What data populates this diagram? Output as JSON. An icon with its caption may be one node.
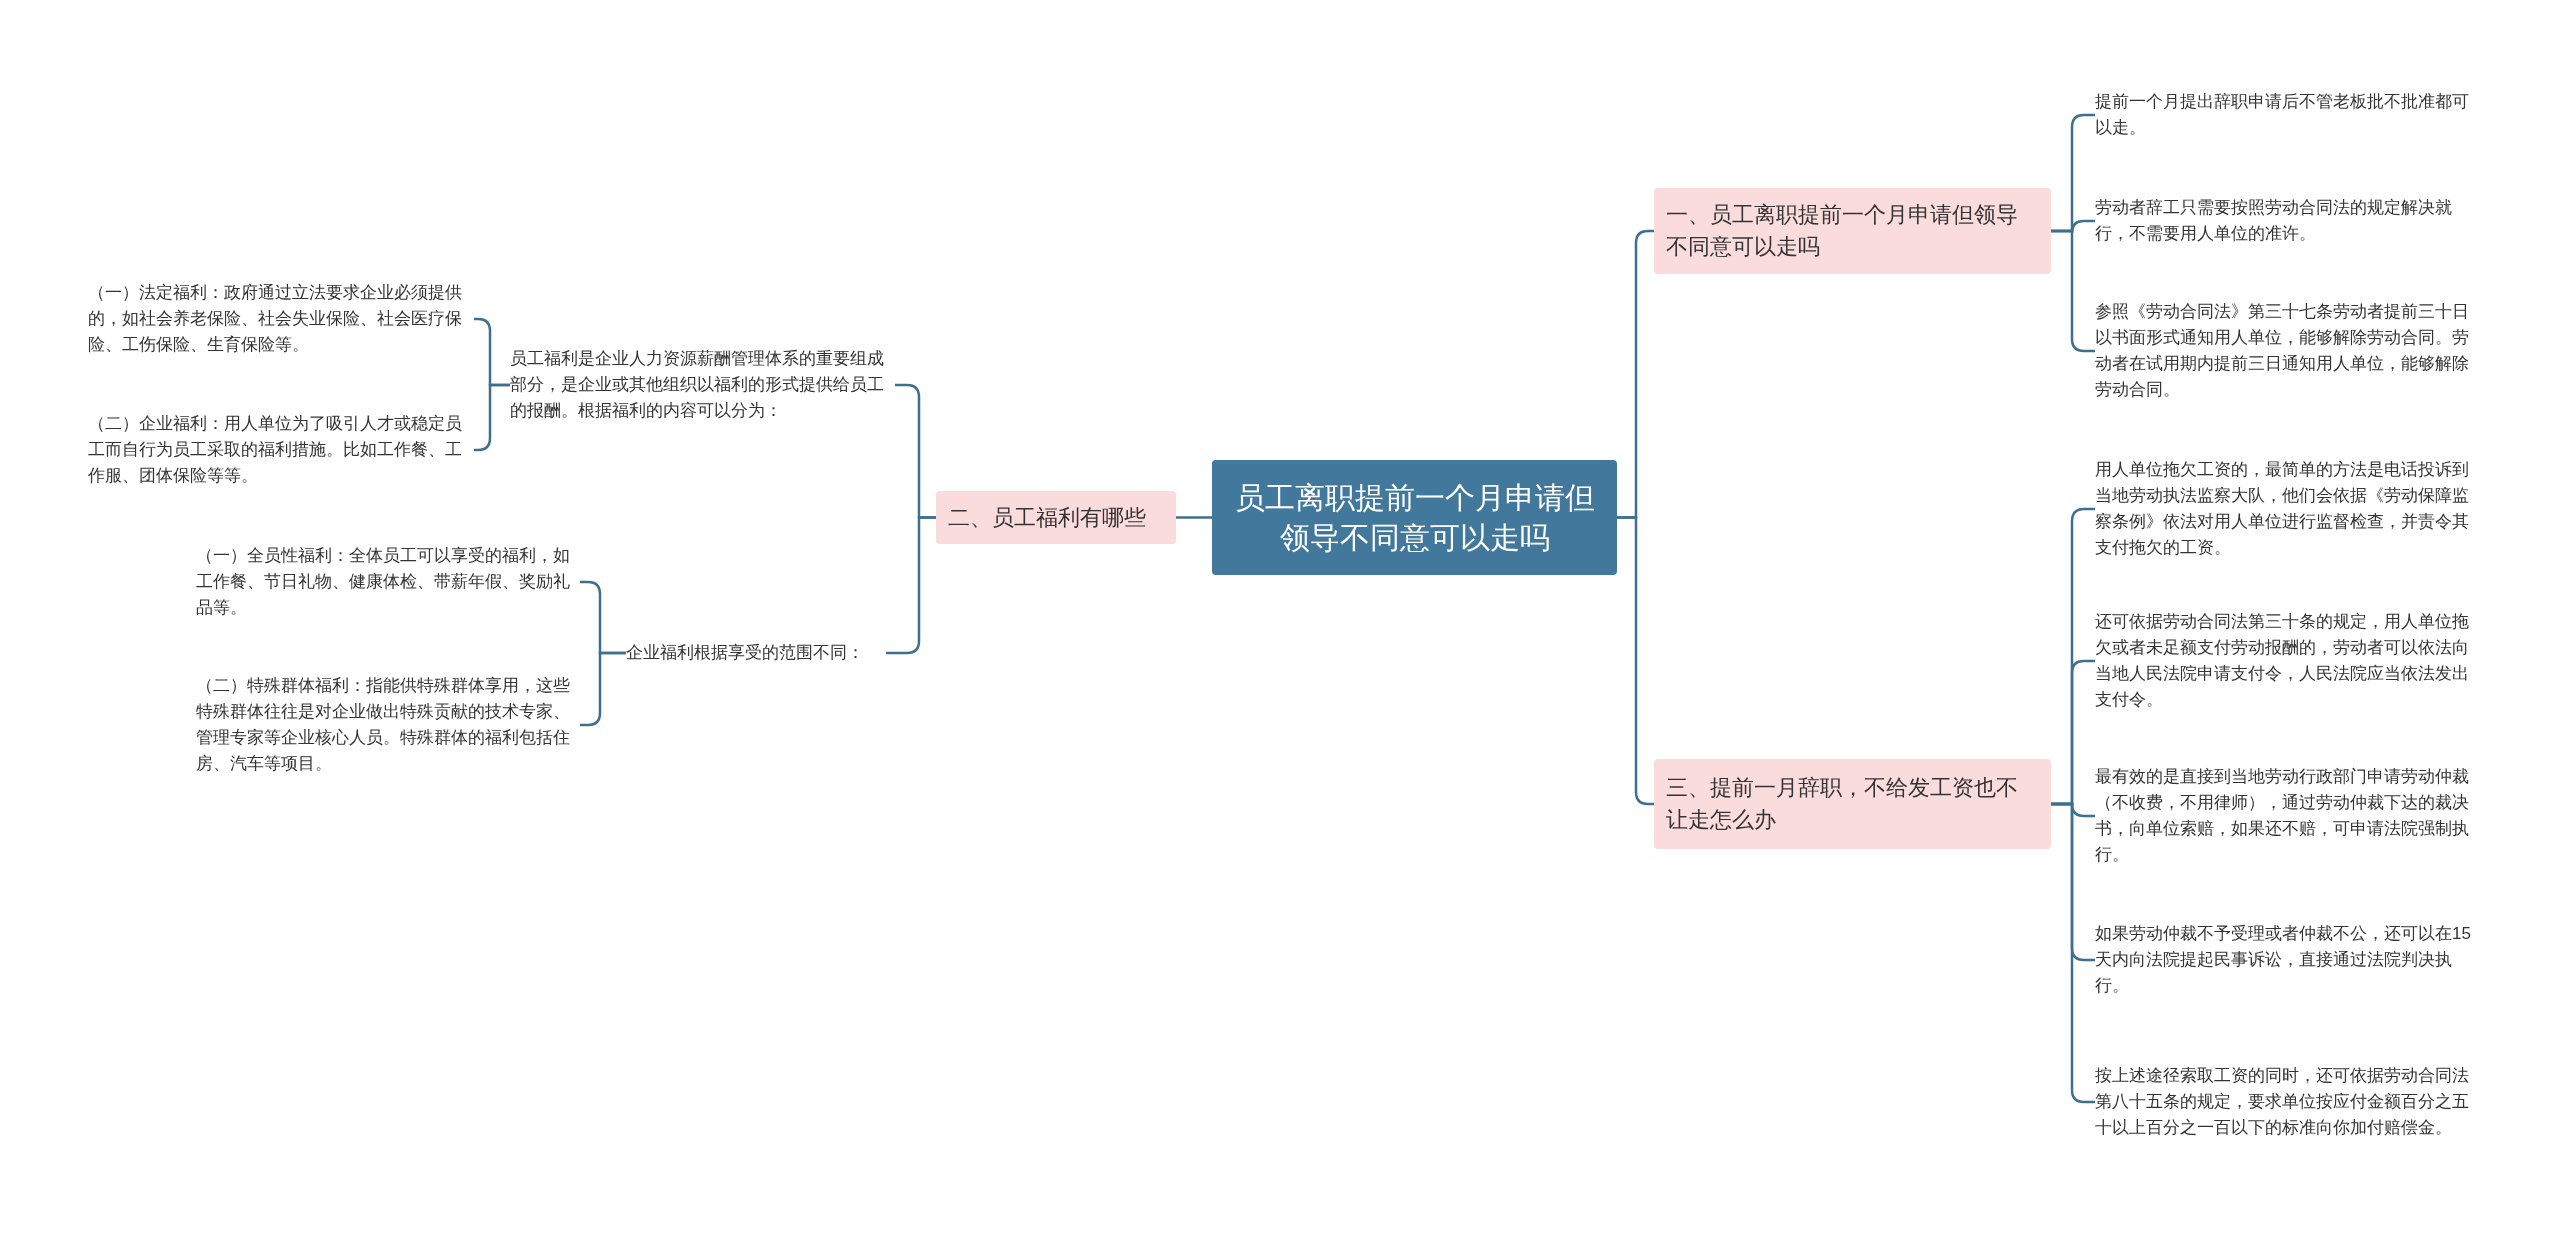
{
  "diagram": {
    "nodes": [
      {
        "text": [
          "员工离职提前一个月申请但领导不同意可以走吗"
        ]
      },
      {
        "text": [
          "一、员工离职提前一个月申请但领导不同意可以走吗"
        ]
      },
      {
        "text": [
          "提前一个月提出辞职申请后不管老板批不批准都可以走。"
        ]
      },
      {
        "text": [
          "劳动者辞工只需要按照劳动合同法的规定解决就行，不需要用人单位的准许。"
        ]
      },
      {
        "text": [
          "参照《劳动合同法》第三十七条劳动者提前三十日以书面形式通知用人单位，能够解除劳动合同。劳动者在试用期内提前三日通知用人单位，能够解除劳动合同。"
        ]
      },
      {
        "text": [
          "二、员工福利有哪些"
        ]
      },
      {
        "text": [
          "员工福利是企业人力资源薪酬管理体系的重要组成部分，是企业或其他组织以福利的形式提供给员工的报酬。根据福利的内容可以分为："
        ]
      },
      {
        "text": [
          "（一）法定福利：政府通过立法要求企业必须提供的，如社会养老保险、社会失业保险、社会医疗保险、工伤保险、生育保险等。"
        ]
      },
      {
        "text": [
          "（二）企业福利：用人单位为了吸引人才或稳定员工而自行为员工采取的福利措施。比如工作餐、工作服、团体保险等等。"
        ]
      },
      {
        "text": [
          "企业福利根据享受的范围不同："
        ]
      },
      {
        "text": [
          "（一）全员性福利：全体员工可以享受的福利，如工作餐、节日礼物、健康体检、带薪年假、奖励礼品等。"
        ]
      },
      {
        "text": [
          "（二）特殊群体福利：指能供特殊群体享用，这些特殊群体往往是对企业做出特殊贡献的技术专家、管理专家等企业核心人员。特殊群体的福利包括住房、汽车等项目。"
        ]
      },
      {
        "text": [
          "三、提前一月辞职，不给发工资也不让走怎么办"
        ]
      },
      {
        "text": [
          "用人单位拖欠工资的，最简单的方法是电话投诉到当地劳动执法监察大队，他们会依据《劳动保障监察条例》依法对用人单位进行监督检查，并责令其支付拖欠的工资。"
        ]
      },
      {
        "text": [
          "还可依据劳动合同法第三十条的规定，用人单位拖欠或者未足额支付劳动报酬的，劳动者可以依法向当地人民法院申请支付令，人民法院应当依法发出支付令。"
        ]
      },
      {
        "text": [
          "最有效的是直接到当地劳动行政部门申请劳动仲裁（不收费，不用律师），通过劳动仲裁下达的裁决书，向单位索赔，如果还不赔，可申请法院强制执行。"
        ]
      },
      {
        "text": [
          "如果劳动仲裁不予受理或者仲裁不公，还可以在15天内向法院提起民事诉讼，直接通过法院判决执行。"
        ]
      },
      {
        "text": [
          "按上述途径索取工资的同时，还可依据劳动合同法第八十五条的规定，要求单位按应付金额百分之五十以上百分之一百以下的标准向你加付赔偿金。"
        ]
      }
    ],
    "edges": [
      {
        "from": 0,
        "to": 1,
        "arrow": "none"
      },
      {
        "from": 1,
        "to": 2,
        "arrow": "none"
      },
      {
        "from": 1,
        "to": 3,
        "arrow": "none"
      },
      {
        "from": 1,
        "to": 4,
        "arrow": "none"
      },
      {
        "from": 0,
        "to": 5,
        "arrow": "none"
      },
      {
        "from": 5,
        "to": 6,
        "arrow": "none"
      },
      {
        "from": 6,
        "to": 7,
        "arrow": "none"
      },
      {
        "from": 6,
        "to": 8,
        "arrow": "none"
      },
      {
        "from": 5,
        "to": 9,
        "arrow": "none"
      },
      {
        "from": 9,
        "to": 10,
        "arrow": "none"
      },
      {
        "from": 9,
        "to": 11,
        "arrow": "none"
      },
      {
        "from": 0,
        "to": 12,
        "arrow": "none"
      },
      {
        "from": 12,
        "to": 13,
        "arrow": "none"
      },
      {
        "from": 12,
        "to": 14,
        "arrow": "none"
      },
      {
        "from": 12,
        "to": 15,
        "arrow": "none"
      },
      {
        "from": 12,
        "to": 16,
        "arrow": "none"
      },
      {
        "from": 12,
        "to": 17,
        "arrow": "none"
      }
    ]
  }
}
